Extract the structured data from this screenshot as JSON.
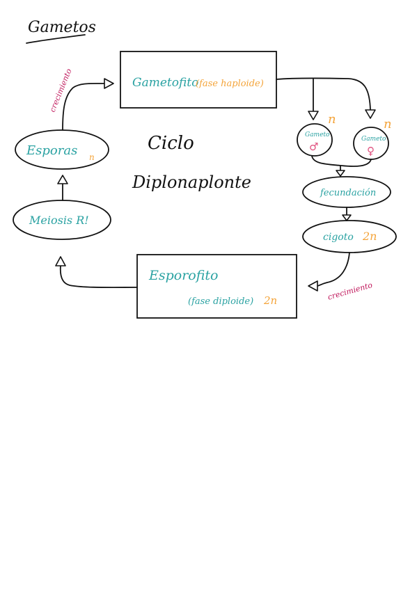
{
  "page_title": "Gametos",
  "center_title": {
    "line1": "Ciclo",
    "line2": "Diplonaplonte"
  },
  "nodes": {
    "gametofito": {
      "label": "Gametofito",
      "phase": "(fase haploide)"
    },
    "gameto_male": {
      "label": "Gameto",
      "symbol": "♂",
      "ploidy": "n"
    },
    "gameto_female": {
      "label": "Gameto",
      "symbol": "♀",
      "ploidy": "n"
    },
    "fecundacion": {
      "label": "fecundación"
    },
    "cigoto": {
      "label": "cigoto",
      "ploidy": "2n"
    },
    "esporofito": {
      "label": "Esporofito",
      "phase": "(fase diploide)",
      "ploidy": "2n"
    },
    "meiosis": {
      "label": "Meiosis R!"
    },
    "esporas": {
      "label": "Esporas",
      "ploidy": "n"
    }
  },
  "edge_labels": {
    "crecimiento_left": "crecimiento",
    "crecimiento_right": "crecimiento"
  },
  "colors": {
    "ink": "#111111",
    "teal": "#2aa2a2",
    "orange": "#f4a43a",
    "magenta": "#c0185c",
    "pink": "#e0507e"
  }
}
